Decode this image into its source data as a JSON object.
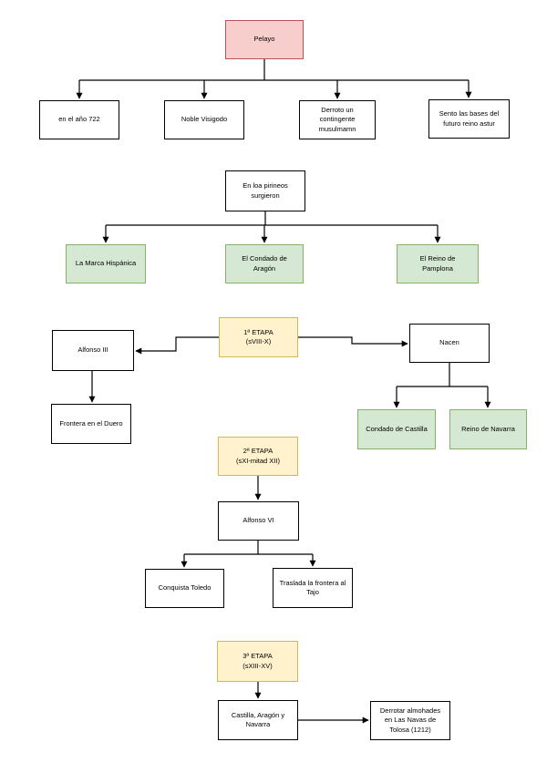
{
  "colors": {
    "background": "#ffffff",
    "node_border": "#000000",
    "edge": "#000000",
    "pink_fill": "#f8cecc",
    "pink_border": "#b85450",
    "green_fill": "#d5e8d4",
    "green_border": "#82b366",
    "yellow_fill": "#fff2cc",
    "yellow_border": "#d6b656"
  },
  "nodes": {
    "pelayo": {
      "label": "Pelayo"
    },
    "ano722": {
      "label": "en el año 722"
    },
    "noble": {
      "label": "Noble Visigodo"
    },
    "derroto": {
      "label": "Derroto un\ncontingente\nmusulmamn"
    },
    "sento": {
      "label": "Sento las bases del\nfuturo reino astur"
    },
    "pirineos": {
      "label": "En loa pirineos\nsurgieron"
    },
    "marca": {
      "label": "La Marca Hispánica"
    },
    "condado_aragon": {
      "label": "El Condado de\nAragón"
    },
    "reino_pamplona": {
      "label": "El Reino de\nPamplona"
    },
    "etapa1": {
      "label": "1ª ETAPA\n(sVIII-X)"
    },
    "alfonso3": {
      "label": "Alfonso III"
    },
    "nacen": {
      "label": "Nacen"
    },
    "frontera": {
      "label": "Frontera en el Duero"
    },
    "condado_castilla": {
      "label": "Condado de Castilla"
    },
    "reino_navarra": {
      "label": "Reino de Navarra"
    },
    "etapa2": {
      "label": "2ª ETAPA\n(sXI-mitad XII)"
    },
    "alfonso6": {
      "label": "Alfonso VI"
    },
    "conquista": {
      "label": "Conquista Toledo"
    },
    "traslada": {
      "label": "Traslada la frontera al\nTajo"
    },
    "etapa3": {
      "label": "3ª ETAPA\n(sXIII-XV)"
    },
    "castilla_aragon": {
      "label": "Castilla, Aragón y\nNavarra"
    },
    "derrotar": {
      "label": "Derrotar almohades\nen Las Navas de\nTolosa (1212)"
    }
  }
}
